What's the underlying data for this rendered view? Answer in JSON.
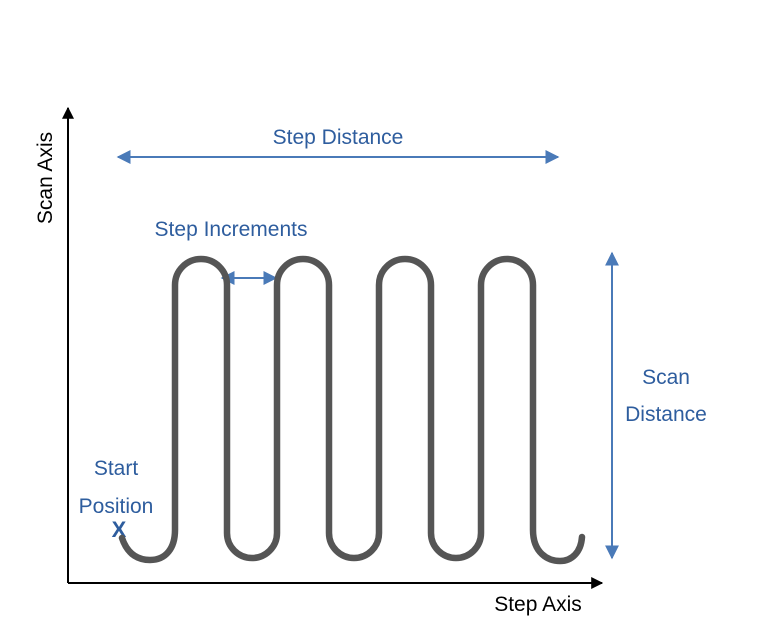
{
  "labels": {
    "scan_axis": "Scan Axis",
    "step_axis": "Step Axis",
    "step_distance": "Step Distance",
    "step_increments": "Step Increments",
    "scan_distance_line1": "Scan",
    "scan_distance_line2": "Distance",
    "start_line1": "Start",
    "start_line2": "Position",
    "start_marker": "X"
  },
  "colors": {
    "label_blue": "#2e5d9e",
    "arrow_blue": "#4a7ab8",
    "path_gray": "#555555",
    "axis_black": "#000000"
  }
}
